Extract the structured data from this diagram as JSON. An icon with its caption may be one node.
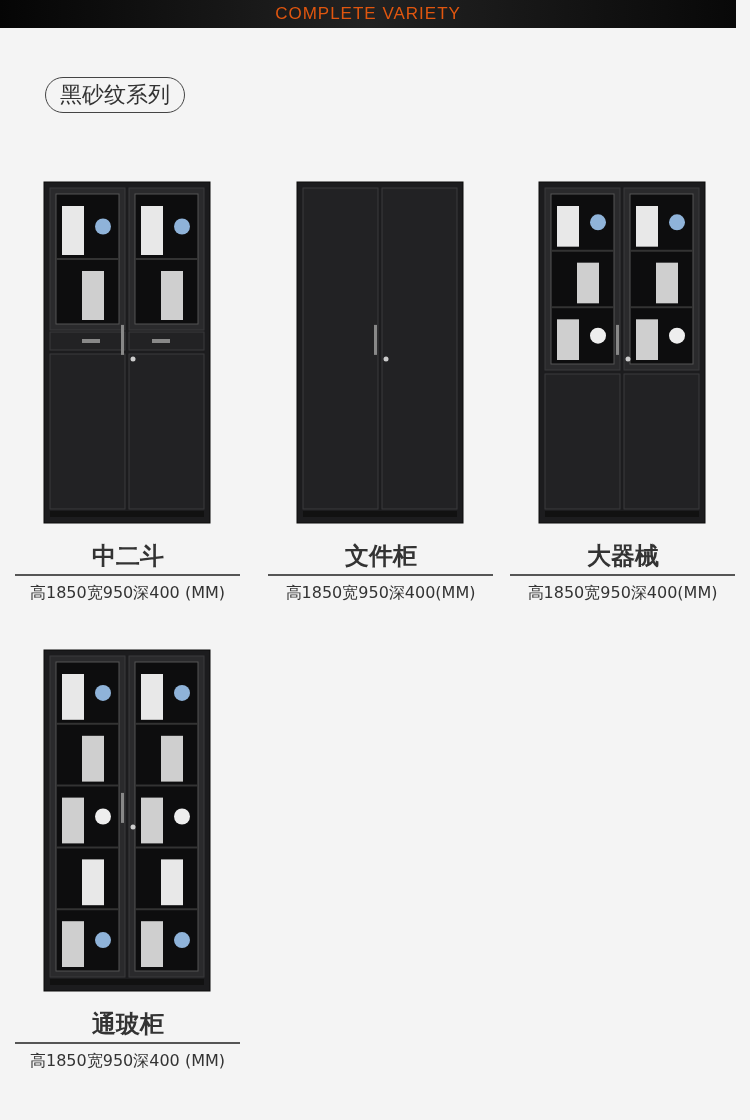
{
  "diagram": {
    "nodes": [
      {
        "text": [
          "黑砂纹系列"
        ]
      },
      {
        "text": [
          "中二斗",
          "高1850宽950深400 (MM)"
        ]
      },
      {
        "text": [
          "文件柜",
          "高1850宽950深400(MM)"
        ]
      },
      {
        "text": [
          "大器械",
          "高1850宽950深400(MM)"
        ]
      },
      {
        "text": [
          "通玻柜",
          "高1850宽950深400 (MM)"
        ]
      }
    ],
    "labels": [
      "COMPLETE VARIETY"
    ]
  }
}
